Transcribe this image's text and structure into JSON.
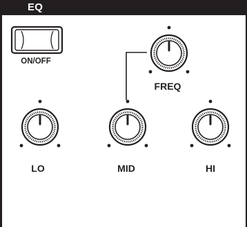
{
  "eq": {
    "title": "EQ",
    "switch": {
      "label": "ON/OFF",
      "icon": "on-off-switch"
    },
    "knobs": [
      {
        "id": "freq",
        "label": "FREQ",
        "value": 0.5
      },
      {
        "id": "lo",
        "label": "LO",
        "value": 0.5
      },
      {
        "id": "mid",
        "label": "MID",
        "value": 0.5
      },
      {
        "id": "hi",
        "label": "HI",
        "value": 0.5
      }
    ]
  },
  "colors": {
    "ink": "#231f20",
    "background": "#ffffff"
  }
}
